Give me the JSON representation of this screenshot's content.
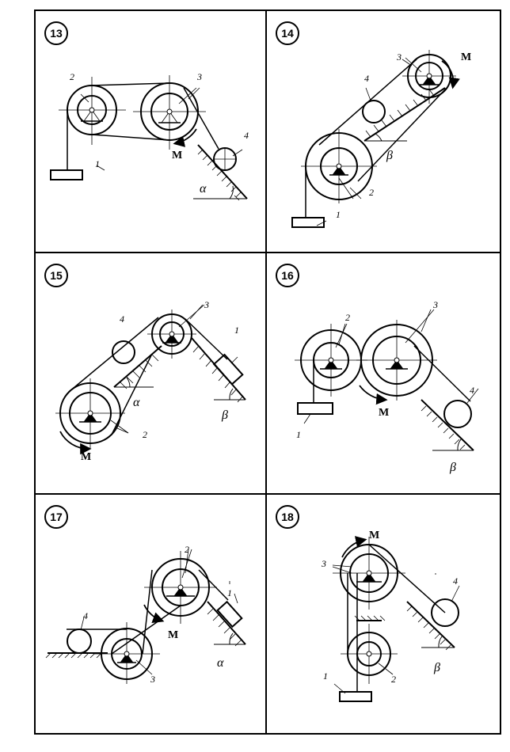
{
  "panels": [
    {
      "number": "13",
      "labels": {
        "n1": "1",
        "n2": "2",
        "n3": "3",
        "n4": "4",
        "moment": "M",
        "angle": "α"
      }
    },
    {
      "number": "14",
      "labels": {
        "n1": "1",
        "n2": "2",
        "n3": "3",
        "n4": "4",
        "moment": "M",
        "angle": "β"
      }
    },
    {
      "number": "15",
      "labels": {
        "n1": "1",
        "n2": "2",
        "n3": "3",
        "n4": "4",
        "moment": "M",
        "angle_a": "α",
        "angle_b": "β"
      }
    },
    {
      "number": "16",
      "labels": {
        "n1": "1",
        "n2": "2",
        "n3": "3",
        "n4": "4",
        "moment": "M",
        "angle": "β"
      }
    },
    {
      "number": "17",
      "labels": {
        "n1": "1",
        "n2": "2",
        "n3": "3",
        "n4": "4",
        "moment": "M",
        "angle": "α"
      }
    },
    {
      "number": "18",
      "labels": {
        "n1": "1",
        "n2": "2",
        "n3": "3",
        "n4": "4",
        "moment": "M",
        "angle": "β"
      }
    }
  ]
}
